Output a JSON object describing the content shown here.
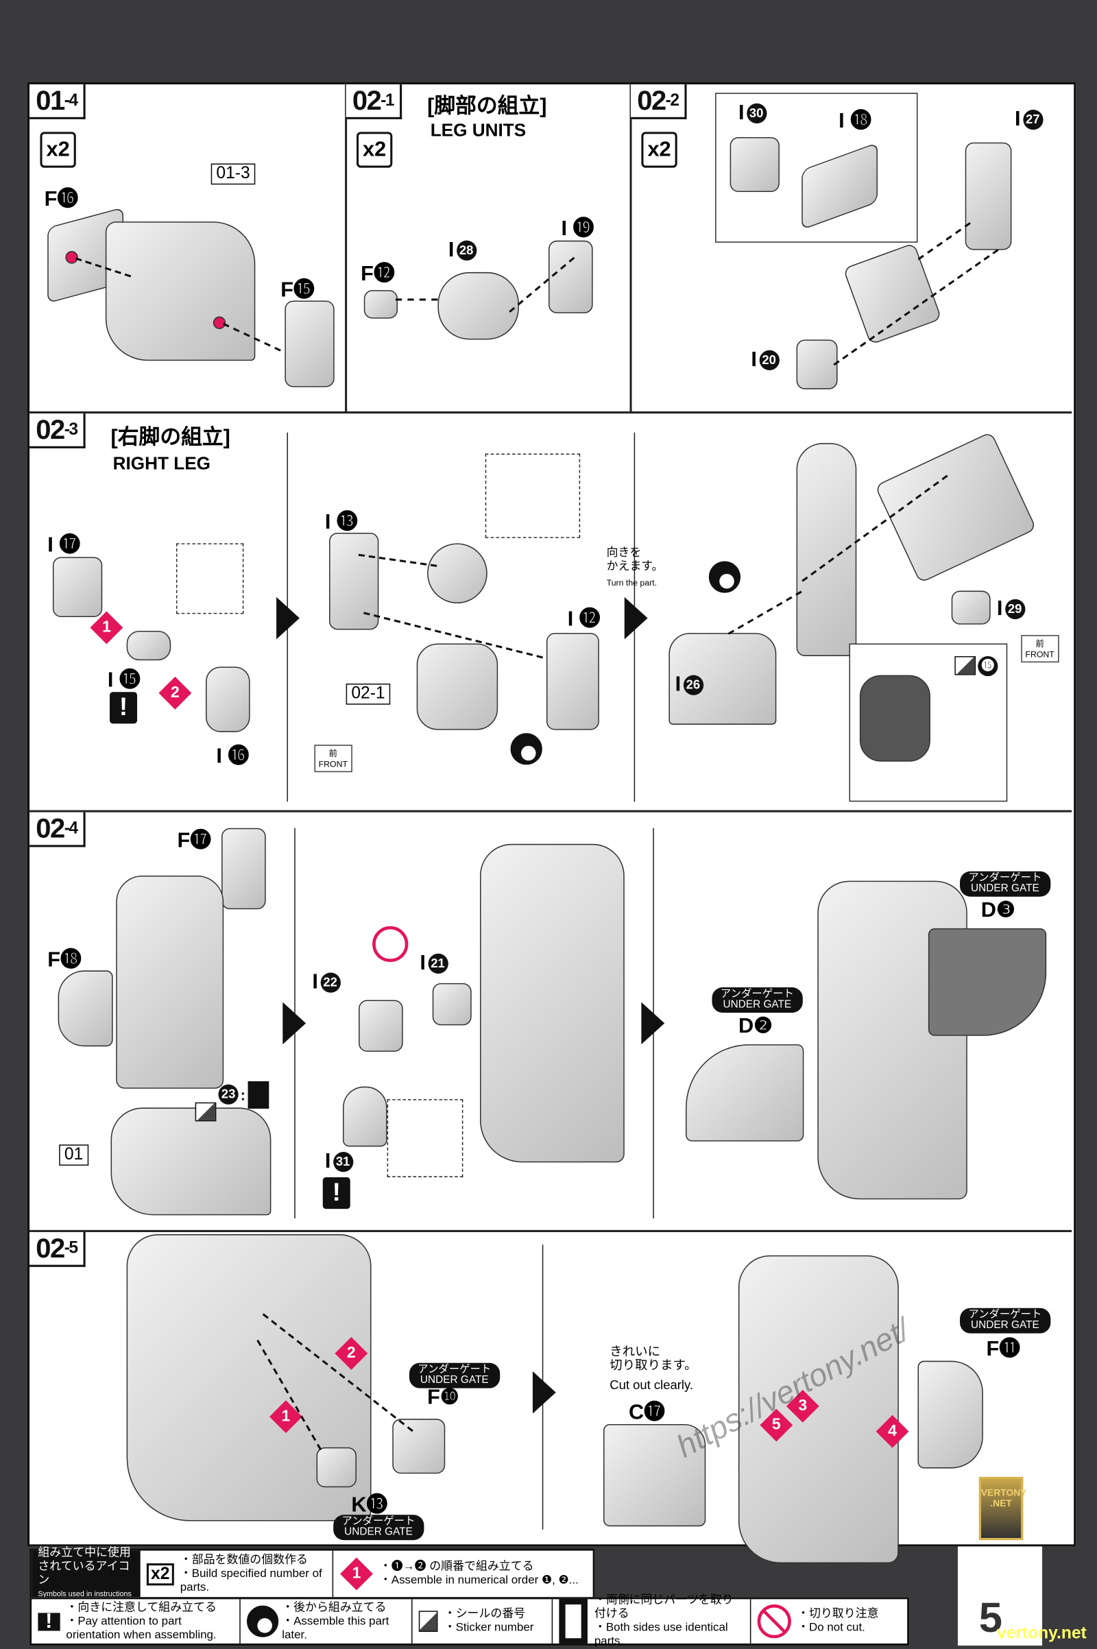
{
  "steps": {
    "s01_4": {
      "id": "01",
      "sub": "-4",
      "count": "x2",
      "labels": [
        "F⓰",
        "01-3",
        "F⓯"
      ]
    },
    "s02_1": {
      "id": "02",
      "sub": "-1",
      "title_jp": "[脚部の組立]",
      "title_en": "LEG UNITS",
      "count": "x2",
      "labels": [
        "F⓬",
        "I",
        "28",
        "I",
        "⓳"
      ]
    },
    "s02_2": {
      "id": "02",
      "sub": "-2",
      "count": "x2",
      "labels": [
        "I",
        "30",
        "I ⓲",
        "I",
        "27",
        "I",
        "20"
      ]
    },
    "s02_3": {
      "id": "02",
      "sub": "-3",
      "title_jp": "[右脚の組立]",
      "title_en": "RIGHT LEG",
      "labels": [
        "I ⓱",
        "I ⓯",
        "I ⓰",
        "I ⓭",
        "02-1",
        "I ⓬",
        "I",
        "26",
        "I",
        "29",
        "⓯"
      ],
      "steps_order": [
        "1",
        "2"
      ],
      "turn_jp": "向きを\nかえます。",
      "turn_en": "Turn the part.",
      "front_jp": "前",
      "front_en": "FRONT"
    },
    "s02_4": {
      "id": "02",
      "sub": "-4",
      "labels": [
        "F⓱",
        "F⓲",
        "01",
        "I",
        "23",
        "I",
        "22",
        "I",
        "21",
        "I",
        "31",
        "D❷",
        "D❸"
      ],
      "under_gate_jp": "アンダーゲート",
      "under_gate_en": "UNDER GATE"
    },
    "s02_5": {
      "id": "02",
      "sub": "-5",
      "labels": [
        "F❿",
        "K⓭",
        "C⓱",
        "F⓫"
      ],
      "steps_order": [
        "1",
        "2",
        "3",
        "4",
        "5"
      ],
      "cut_jp": "きれいに\n切り取ります。",
      "cut_en": "Cut out clearly."
    }
  },
  "legend": {
    "heading_jp": "組み立て中に使用されているアイコン",
    "heading_en": "Symbols used in instructions",
    "items": [
      {
        "icon": "x2",
        "jp": "・部品を数値の個数作る",
        "en": "・Build specified number of parts."
      },
      {
        "icon": "1",
        "jp": "・❶→❷ の順番で組み立てる",
        "en": "・Assemble in numerical order ❶, ❷..."
      },
      {
        "icon": "!",
        "jp": "・向きに注意して組み立てる",
        "en": "・Pay attention to part orientation when assembling."
      },
      {
        "icon": "later",
        "jp": "・後から組み立てる",
        "en": "・Assemble this part later."
      },
      {
        "icon": "sticker",
        "jp": "・シールの番号",
        "en": "・Sticker number"
      },
      {
        "icon": "both-sides",
        "jp": "・両側に同じパーツを取り付ける",
        "en": "・Both sides use identical parts."
      },
      {
        "icon": "no-cut",
        "jp": "・切り取り注意",
        "en": "・Do not cut."
      }
    ]
  },
  "page_number": "5",
  "watermark": {
    "url": "https://vertony.net/",
    "badge": "VERTONY .NET",
    "footer": "vertony.net"
  },
  "colors": {
    "accent": "#e3165b",
    "ink": "#111111"
  }
}
